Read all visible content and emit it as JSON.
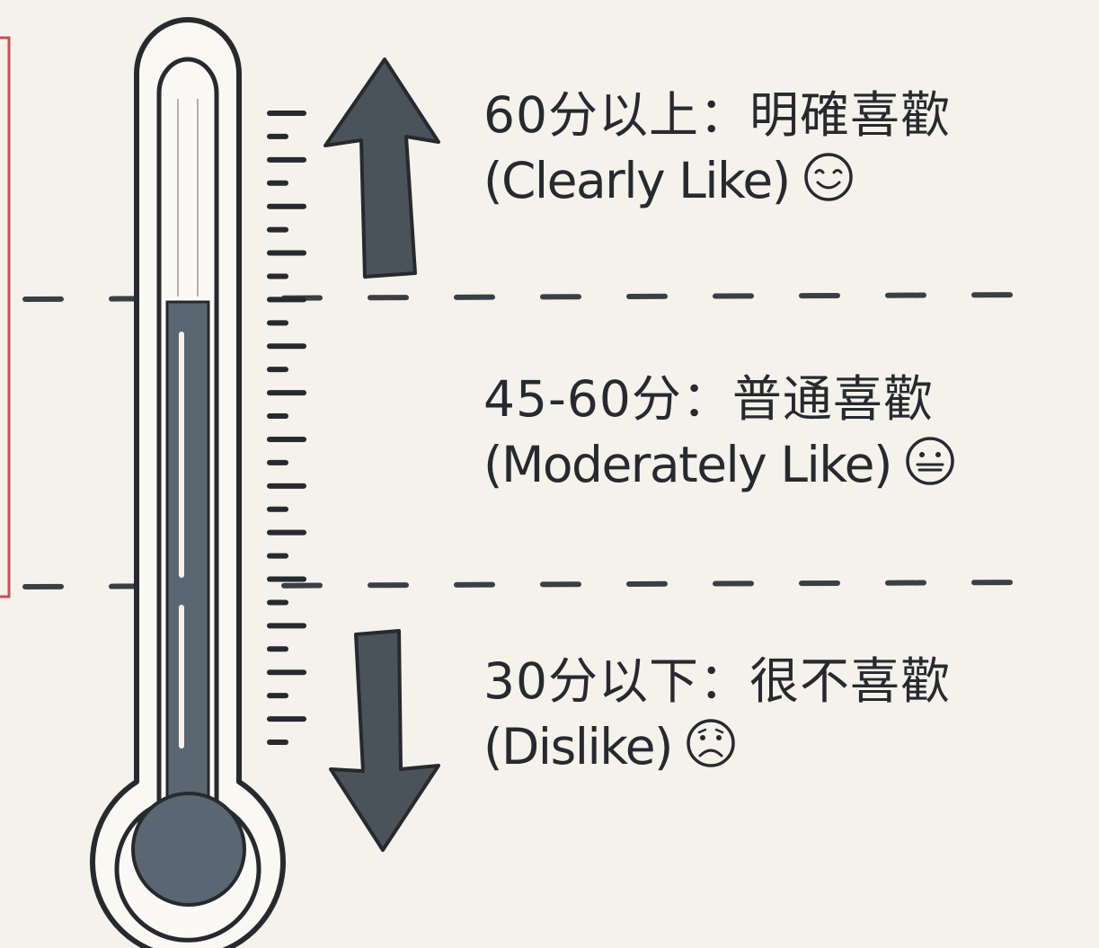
{
  "colors": {
    "background": "#f5f2ec",
    "ink": "#262a2e",
    "mercury": "#5a6672",
    "frame": "#c65050"
  },
  "bands": [
    {
      "id": "top",
      "zh_label": "60分以上：明確喜歡",
      "en_label": "(Clearly Like)",
      "face_icon": "smiling-face-icon"
    },
    {
      "id": "mid",
      "zh_label": "45-60分：普通喜歡",
      "en_label": "(Moderately Like)",
      "face_icon": "neutral-face-icon"
    },
    {
      "id": "low",
      "zh_label": "30分以下：很不喜歡",
      "en_label": "(Dislike)",
      "face_icon": "frowning-face-icon"
    }
  ],
  "icons": {
    "thermometer": "thermometer-icon",
    "up_arrow": "arrow-up-icon",
    "down_arrow": "arrow-down-icon"
  }
}
